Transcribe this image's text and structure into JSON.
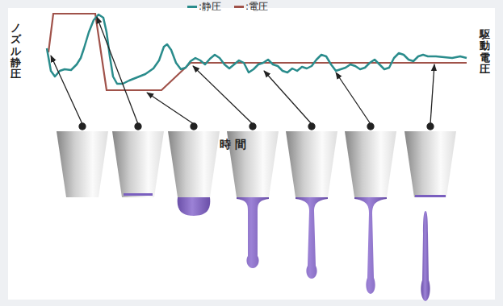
{
  "diagram": {
    "labels": [
      "ノズル静圧",
      "駆動電圧",
      "時 間"
    ],
    "legend": [
      {
        "text": ":静圧",
        "color": "#2a8c8c"
      },
      {
        "text": ":電圧",
        "color": "#a0524a"
      }
    ]
  }
}
